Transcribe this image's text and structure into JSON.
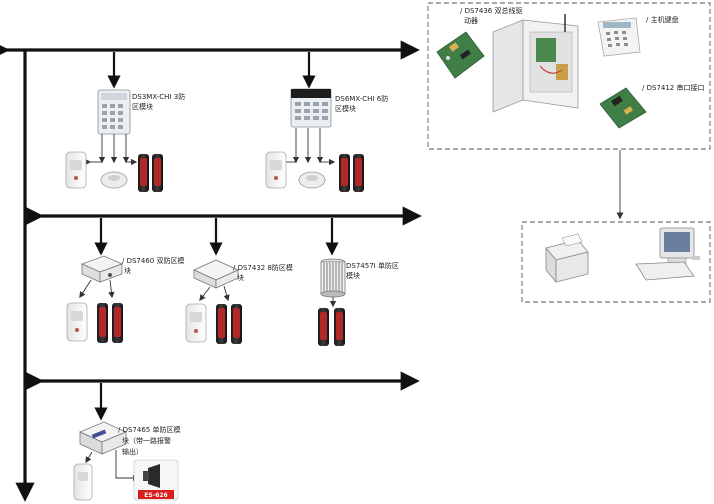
{
  "panel": {
    "items": [
      {
        "name": "dual-bus-driver",
        "label": "DS7436 双总线驱动器"
      },
      {
        "name": "main-keypad",
        "label": "主机键盘"
      },
      {
        "name": "serial-interface",
        "label": "DS7412 串口接口"
      }
    ]
  },
  "modules": {
    "ds3mx": "DS3MX-CHI 3防区模块",
    "ds6mx": "DS6MX-CHI 6防区模块",
    "ds7460": "DS7460 双防区模块",
    "ds7432": "DS7432 8防区模块",
    "ds7457": "DS7457I 单防区模块",
    "ds7465": "DS7465 单防区模块（带一路报警输出）"
  },
  "siren": {
    "label": "ES-626"
  },
  "colors": {
    "bus": "#111111",
    "detector_red": "#b02828",
    "siren_red": "#d81e1e",
    "board_green": "#3f7f46"
  }
}
